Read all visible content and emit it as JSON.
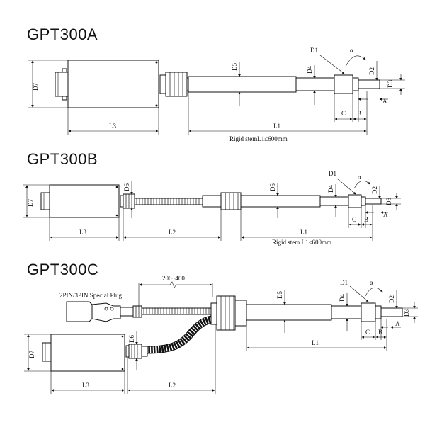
{
  "titles": {
    "a": "GPT300A",
    "b": "GPT300B",
    "c": "GPT300C"
  },
  "labels": {
    "d1": "D1",
    "d2": "D2",
    "d3": "D3",
    "d4": "D4",
    "d5": "D5",
    "d6": "D6",
    "d7": "D7",
    "alpha": "α",
    "a": "A",
    "b": "B",
    "c": "C",
    "l1": "L1",
    "l2": "L2",
    "l3": "L3"
  },
  "notes": {
    "rigid_a": "Rigid stemL1≤600mm",
    "rigid_b": "Rigid stem L1≤600mm",
    "range": "200~400",
    "plug": "2PIN/3PIN Special Plug"
  }
}
